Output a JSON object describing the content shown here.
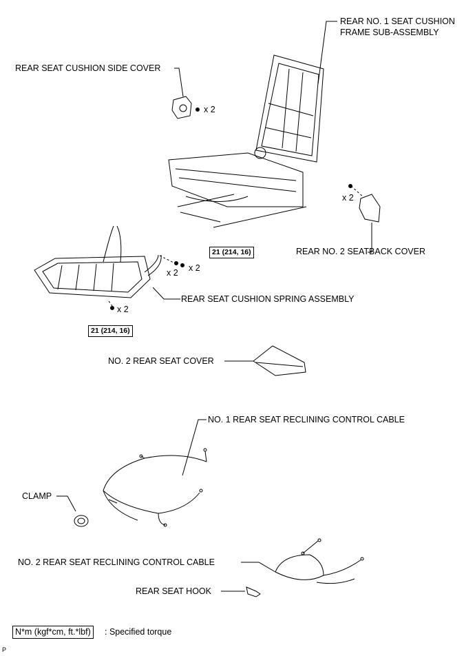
{
  "labels": {
    "frame": [
      "REAR NO. 1 SEAT CUSHION",
      "FRAME SUB-ASSEMBLY"
    ],
    "side_cover": "REAR SEAT CUSHION SIDE COVER",
    "seatback_cover": "REAR NO. 2 SEATBACK COVER",
    "spring_assy": "REAR SEAT CUSHION SPRING ASSEMBLY",
    "seat_cover": "NO. 2 REAR SEAT COVER",
    "cable1": "NO. 1 REAR SEAT RECLINING CONTROL CABLE",
    "clamp": "CLAMP",
    "cable2": "NO. 2 REAR SEAT RECLINING CONTROL CABLE",
    "hook": "REAR SEAT HOOK"
  },
  "quantities": {
    "side_cover_screws": "x 2",
    "seatback_screws": "x 2",
    "spring_left": "x 2",
    "spring_right": "x 2",
    "spring_bottom": "x 2"
  },
  "torques": {
    "upper": "21 (214, 16)",
    "lower": "21 (214, 16)"
  },
  "legend": {
    "box": "N*m (kgf*cm, ft.*lbf)",
    "text": ": Specified torque"
  },
  "corner_mark": "P"
}
